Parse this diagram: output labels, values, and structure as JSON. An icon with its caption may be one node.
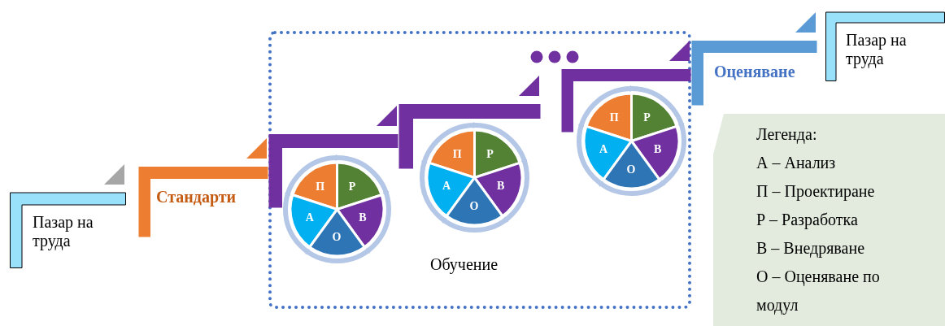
{
  "diagram": {
    "nodes": [
      {
        "text": [
          "Пазар на труда"
        ]
      },
      {
        "text": [
          "Стандарти"
        ]
      },
      {
        "text": [
          "Обучение"
        ]
      },
      {
        "text": [],
        "shape": "bar",
        "in": 2
      },
      {
        "text": [
          "П",
          "Р",
          "А",
          "В",
          "О"
        ],
        "in": 2
      },
      {
        "text": [],
        "shape": "bar",
        "in": 2
      },
      {
        "text": [
          "П",
          "Р",
          "А",
          "В",
          "О"
        ],
        "in": 2
      },
      {
        "text": [],
        "shape": "bar",
        "in": 2
      },
      {
        "text": [
          "П",
          "Р",
          "А",
          "В",
          "О"
        ],
        "in": 2
      },
      {
        "text": [
          "Оценяване"
        ]
      },
      {
        "text": [
          "Пазар на труда"
        ]
      },
      {
        "text": [
          "Легенда:",
          "А – Анализ",
          "П – Проектиране",
          "Р – Разработка",
          "В – Внедряване",
          "О – Оценяване по модул"
        ]
      }
    ]
  }
}
